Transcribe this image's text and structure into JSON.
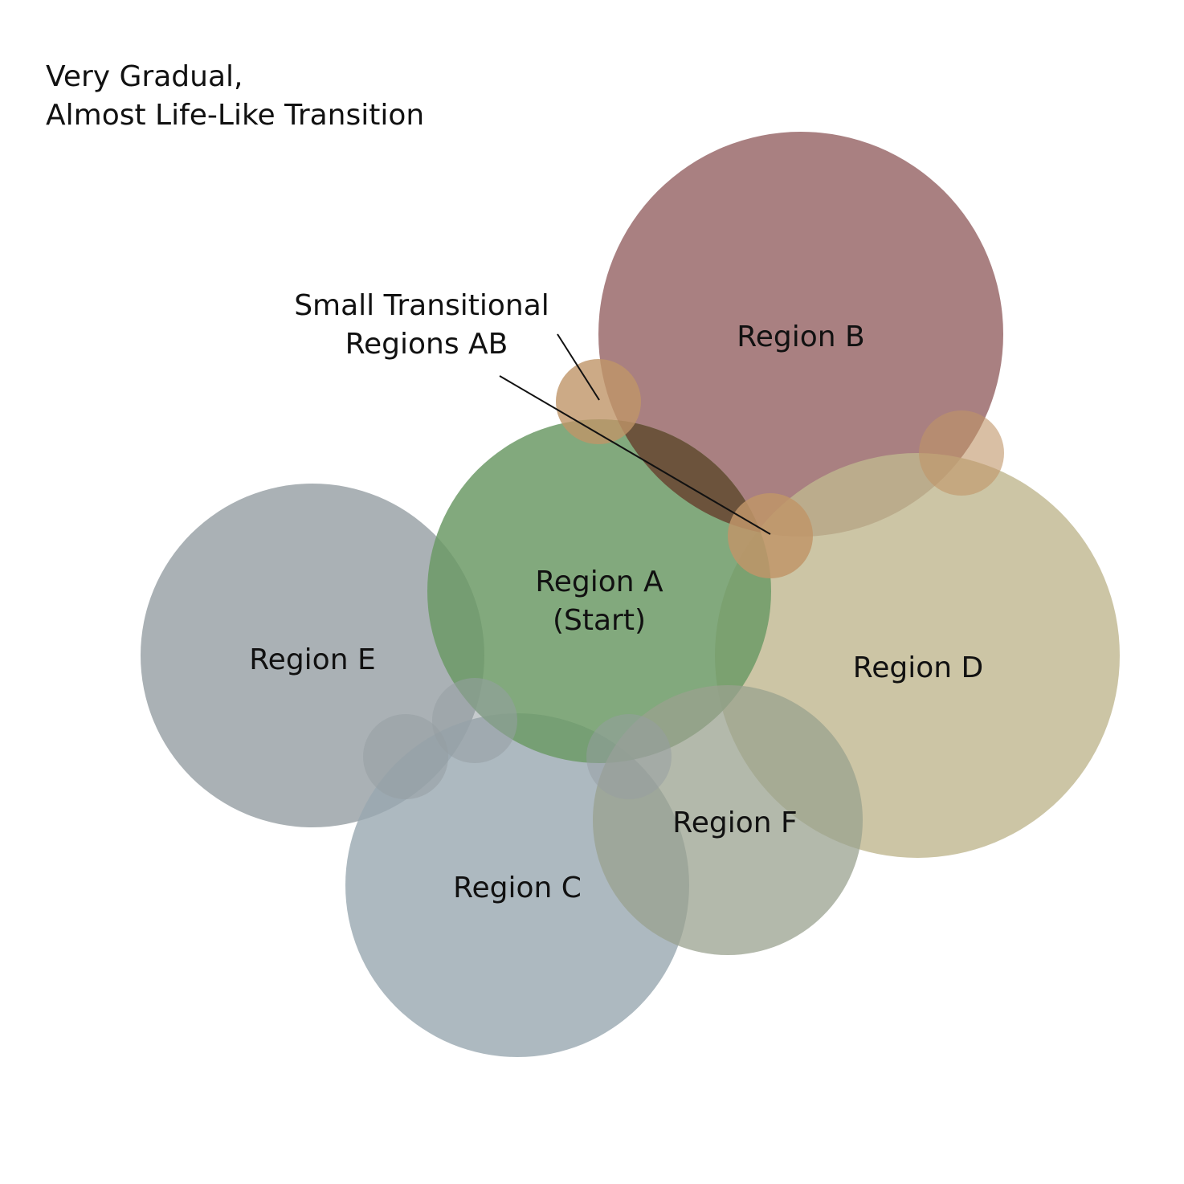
{
  "title": {
    "line1": "Very Gradual,",
    "line2": "Almost Life-Like Transition"
  },
  "regions": {
    "b": {
      "label": "Region B",
      "color": "#9a6a6b"
    },
    "d": {
      "label": "Region D",
      "color": "#bfb78f"
    },
    "e": {
      "label": "Region E",
      "color": "#959ea2"
    },
    "c": {
      "label": "Region C",
      "color": "#98a8b0"
    },
    "f": {
      "label": "Region F",
      "color": "#9aa18f"
    },
    "a": {
      "label_line1": "Region A",
      "label_line2": "(Start)",
      "color": "#6c9a66"
    }
  },
  "transitional_color": "#bf9568",
  "ab_overlap_color": "#6b4f3a",
  "callout": {
    "line1": "Small Transitional",
    "line2": "Regions AB"
  }
}
